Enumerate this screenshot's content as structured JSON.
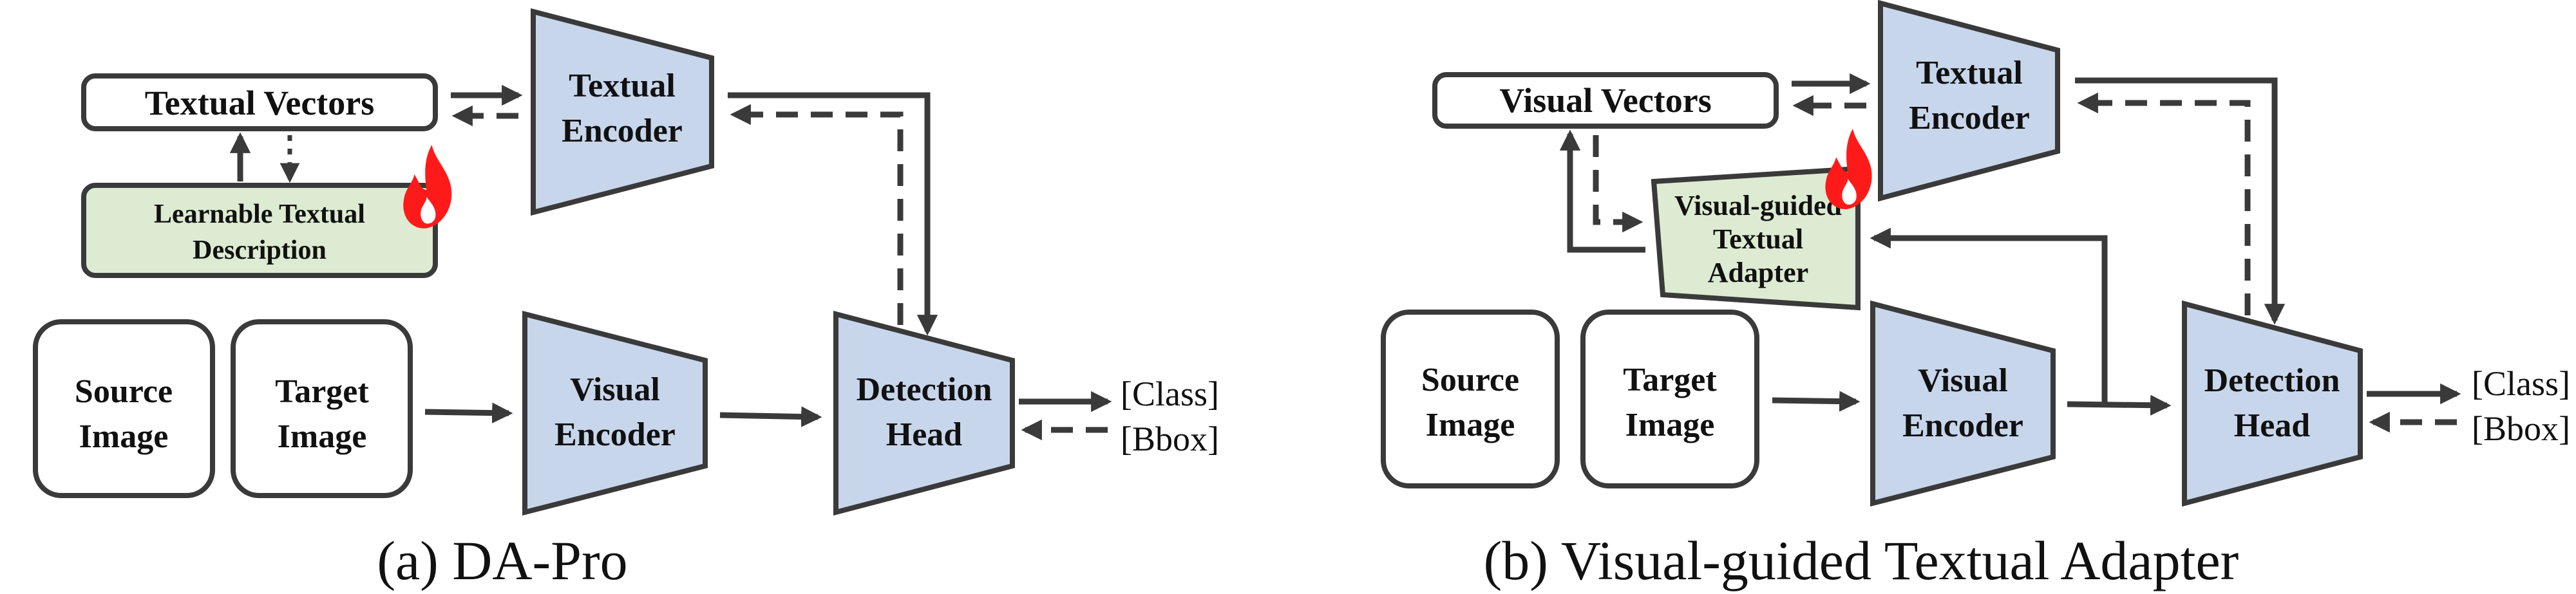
{
  "panel_a": {
    "textual_vectors": "Textual Vectors",
    "learnable_line1": "Learnable Textual",
    "learnable_line2": "Description",
    "textual_encoder_line1": "Textual",
    "textual_encoder_line2": "Encoder",
    "source_line1": "Source",
    "source_line2": "Image",
    "target_line1": "Target",
    "target_line2": "Image",
    "visual_encoder_line1": "Visual",
    "visual_encoder_line2": "Encoder",
    "detection_line1": "Detection",
    "detection_line2": "Head",
    "out_class": "[Class]",
    "out_bbox": "[Bbox]",
    "caption": "(a)  DA-Pro"
  },
  "panel_b": {
    "visual_vectors": "Visual Vectors",
    "adapter_line1": "Visual-guided",
    "adapter_line2": "Textual",
    "adapter_line3": "Adapter",
    "textual_encoder_line1": "Textual",
    "textual_encoder_line2": "Encoder",
    "source_line1": "Source",
    "source_line2": "Image",
    "target_line1": "Target",
    "target_line2": "Image",
    "visual_encoder_line1": "Visual",
    "visual_encoder_line2": "Encoder",
    "detection_line1": "Detection",
    "detection_line2": "Head",
    "out_class": "[Class]",
    "out_bbox": "[Bbox]",
    "caption": "(b)  Visual-guided Textual Adapter"
  },
  "colors": {
    "encoder_fill": "#c8d6ec",
    "learnable_fill": "#dcebd1",
    "stroke": "#3a3a3a",
    "flame_outer": "#ff1a1a",
    "flame_inner": "#ffffff"
  },
  "icons": [
    "flame-icon"
  ]
}
